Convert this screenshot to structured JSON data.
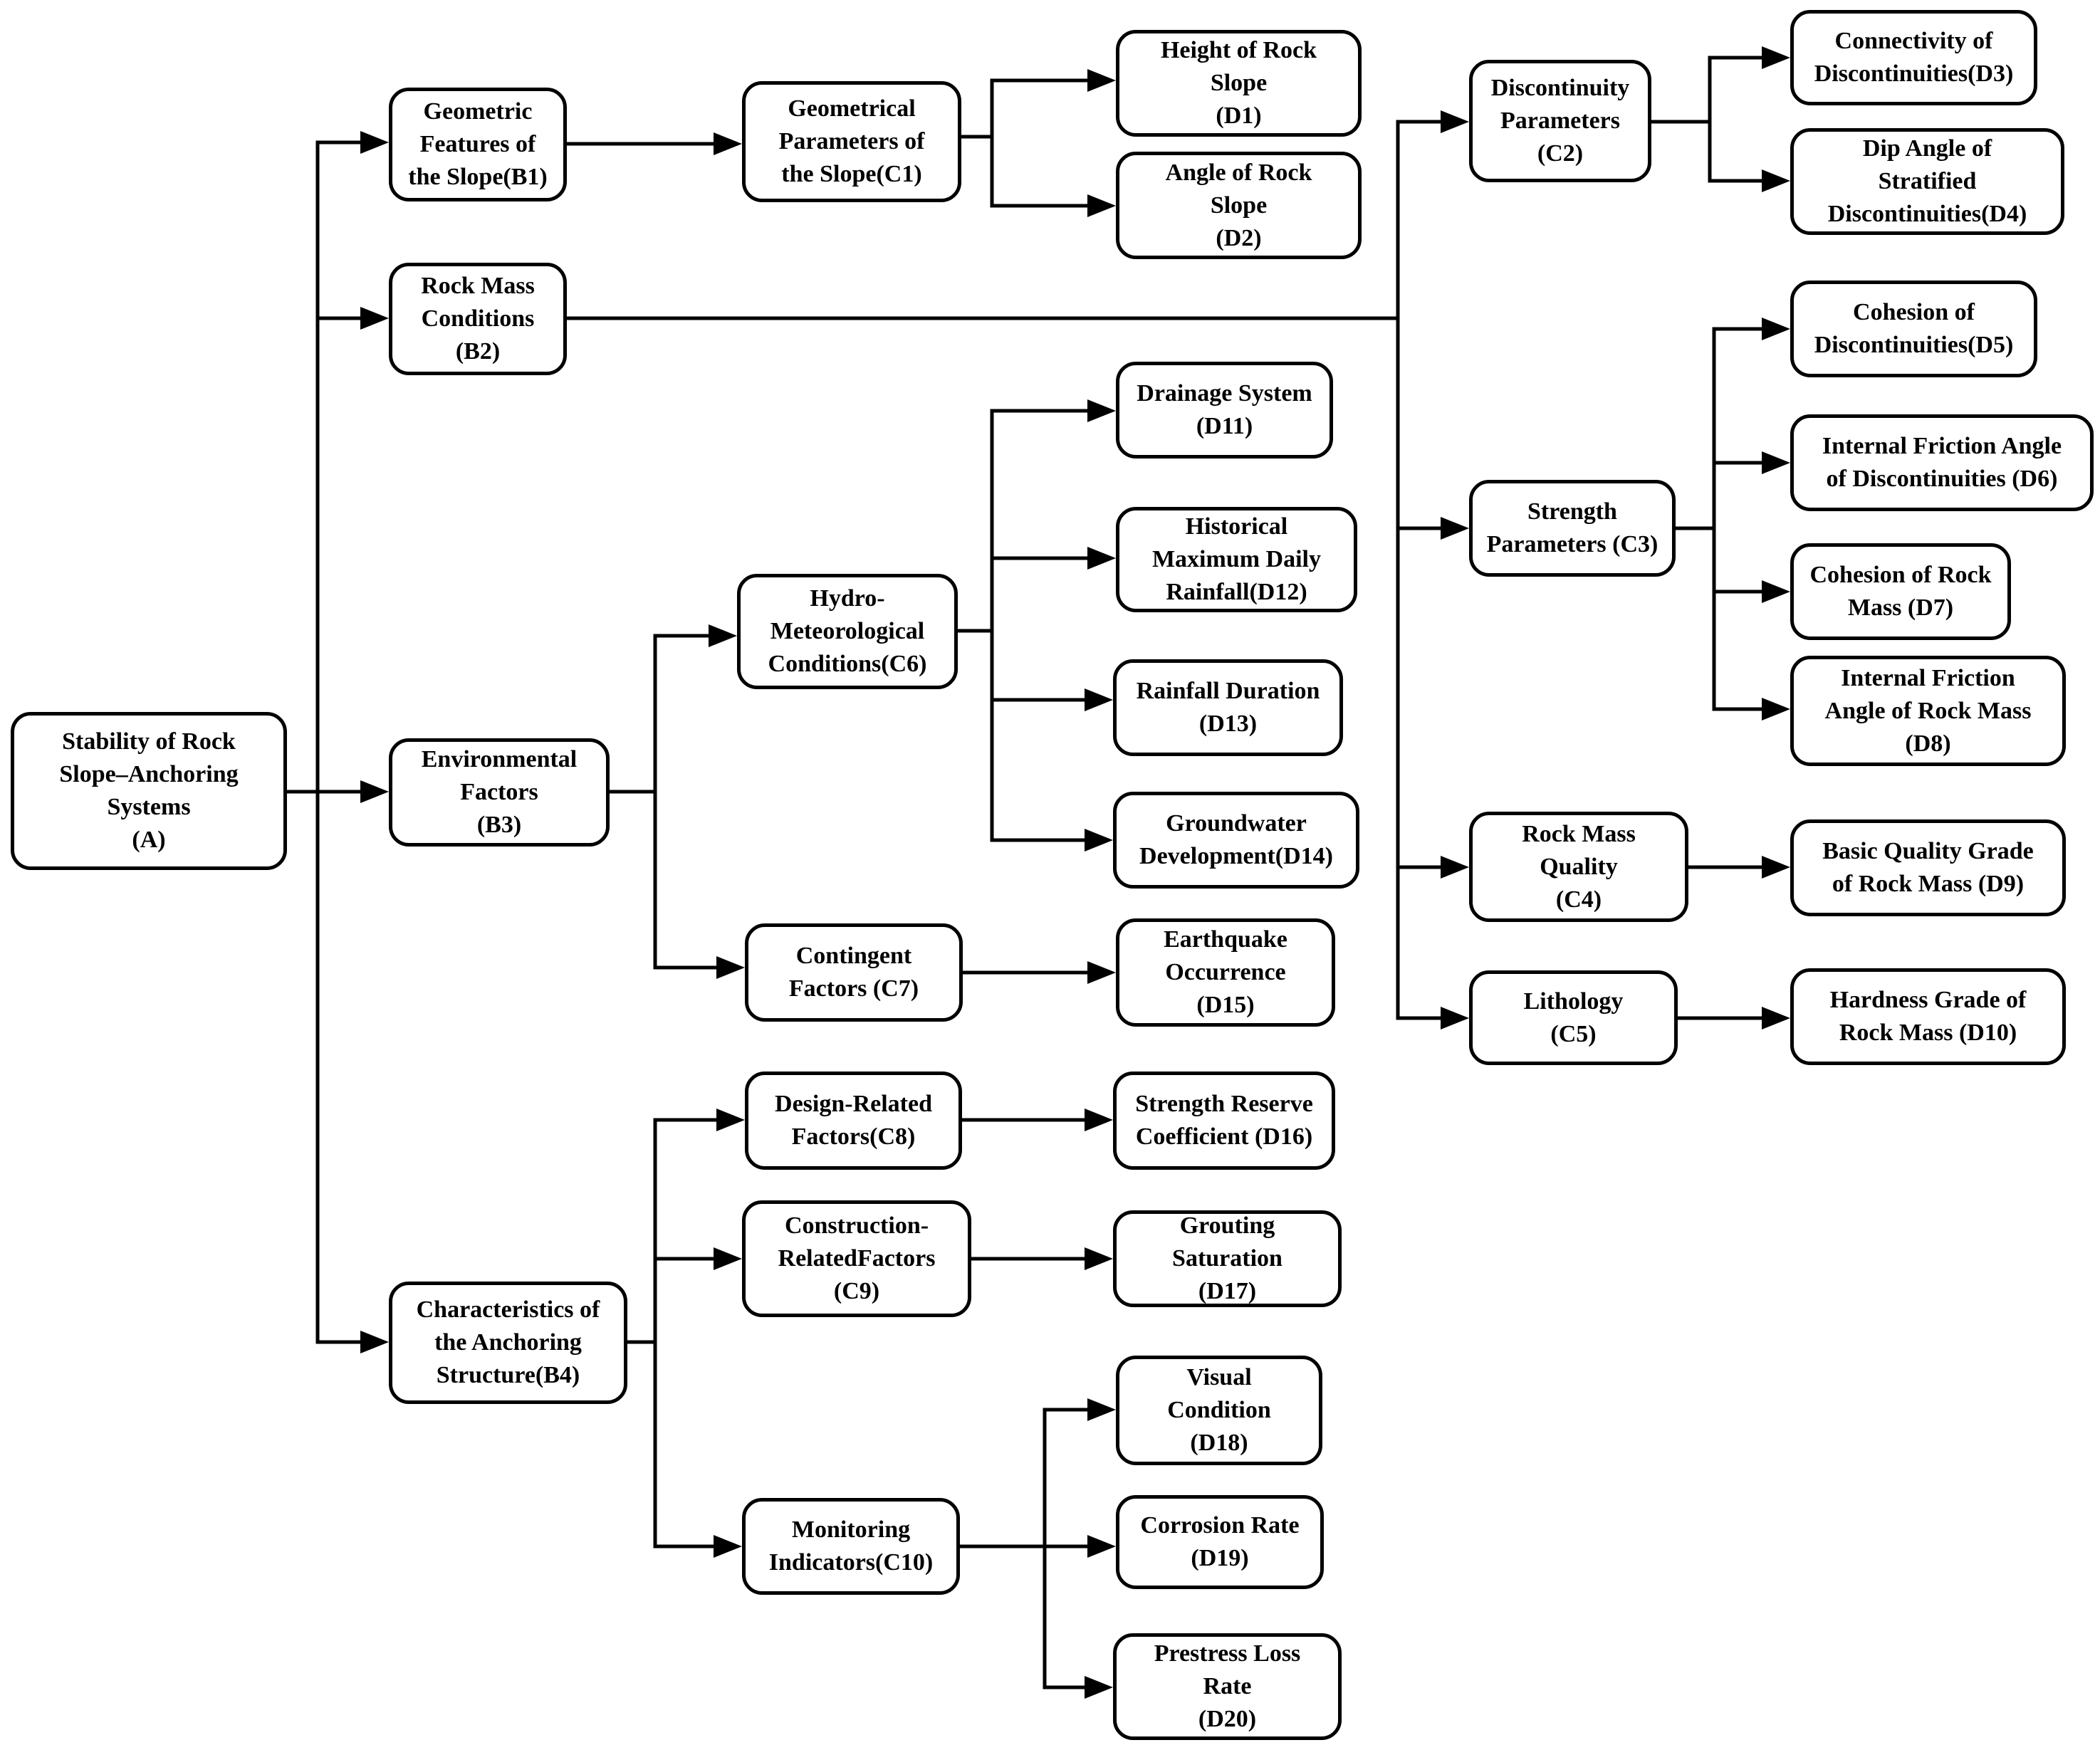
{
  "nodes": {
    "A": "Stability of Rock\nSlope–Anchoring\nSystems\n(A)",
    "B1": "Geometric\nFeatures of\nthe Slope(B1)",
    "B2": "Rock Mass\nConditions\n(B2)",
    "B3": "Environmental\nFactors\n(B3)",
    "B4": "Characteristics of\nthe Anchoring\nStructure(B4)",
    "C1": "Geometrical\nParameters of\nthe Slope(C1)",
    "C2": "Discontinuity\nParameters\n(C2)",
    "C3": "Strength\nParameters (C3)",
    "C4": "Rock Mass\nQuality\n(C4)",
    "C5": "Lithology\n(C5)",
    "C6": "Hydro-\nMeteorological\nConditions(C6)",
    "C7": "Contingent\nFactors (C7)",
    "C8": "Design-Related\nFactors(C8)",
    "C9": "Construction-\nRelatedFactors\n(C9)",
    "C10": "Monitoring\nIndicators(C10)",
    "D1": "Height of Rock\nSlope\n(D1)",
    "D2": "Angle of Rock\nSlope\n(D2)",
    "D3": "Connectivity of\nDiscontinuities(D3)",
    "D4": "Dip Angle of\nStratified\nDiscontinuities(D4)",
    "D5": "Cohesion of\nDiscontinuities(D5)",
    "D6": "Internal Friction Angle\nof Discontinuities (D6)",
    "D7": "Cohesion of Rock\nMass (D7)",
    "D8": "Internal Friction\nAngle of Rock Mass\n(D8)",
    "D9": "Basic Quality Grade\nof Rock Mass (D9)",
    "D10": "Hardness Grade of\nRock Mass (D10)",
    "D11": "Drainage System\n(D11)",
    "D12": "Historical\nMaximum Daily\nRainfall(D12)",
    "D13": "Rainfall Duration\n(D13)",
    "D14": "Groundwater\nDevelopment(D14)",
    "D15": "Earthquake\nOccurrence\n(D15)",
    "D16": "Strength Reserve\nCoefficient (D16)",
    "D17": "Grouting\nSaturation\n(D17)",
    "D18": "Visual\nCondition\n(D18)",
    "D19": "Corrosion Rate\n(D19)",
    "D20": "Prestress Loss\nRate\n(D20)"
  }
}
